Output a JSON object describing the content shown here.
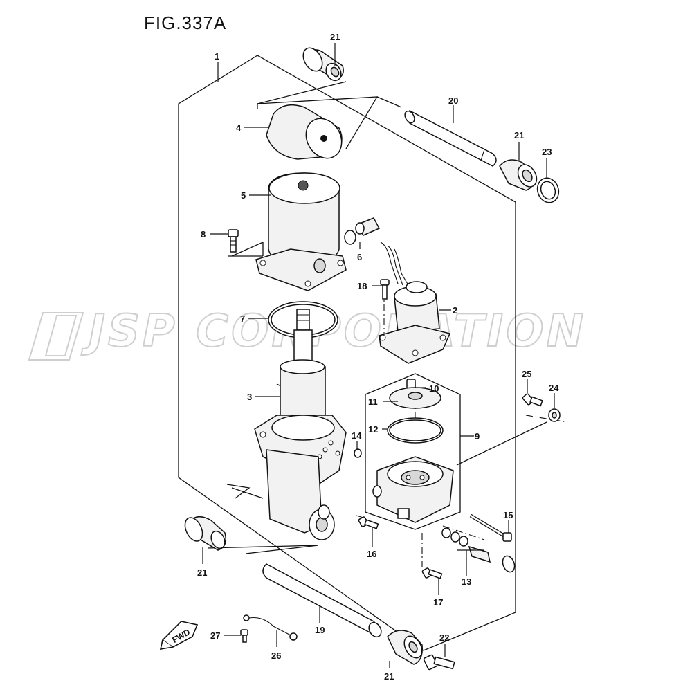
{
  "title": "FIG.337A",
  "watermark": "JSP CORPORATION",
  "direction_badge": "FWD",
  "callouts": {
    "c1": "1",
    "c2": "2",
    "c3": "3",
    "c4": "4",
    "c5": "5",
    "c6": "6",
    "c7": "7",
    "c8": "8",
    "c9": "9",
    "c10": "10",
    "c11": "11",
    "c12": "12",
    "c13": "13",
    "c14": "14",
    "c15": "15",
    "c16": "16",
    "c17": "17",
    "c18": "18",
    "c19": "19",
    "c20": "20",
    "c21a": "21",
    "c21b": "21",
    "c21c": "21",
    "c21d": "21",
    "c22": "22",
    "c23": "23",
    "c24": "24",
    "c25": "25",
    "c26": "26",
    "c27": "27"
  }
}
